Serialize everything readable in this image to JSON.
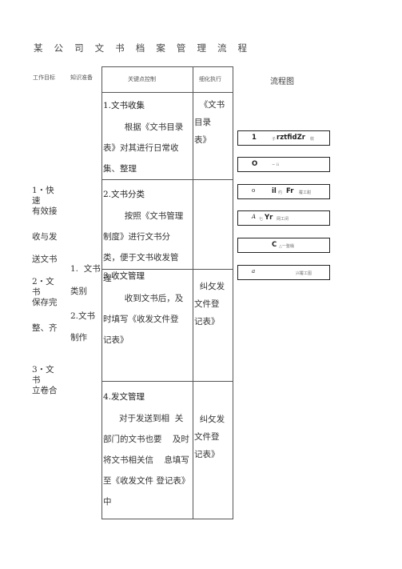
{
  "title": "某 公 司 文 书 档 案 管 理 流 程",
  "headers": {
    "goal": "工作目标",
    "knowledge": "知识准备",
    "control": "关键点控制",
    "exec": "细化执行",
    "flow": "流程图"
  },
  "goals": [
    "1・快\n速\n有效接",
    "收与发",
    "送文书",
    "2・文\n书\n保存完",
    "整、齐",
    "3・文\n书\n立卷合"
  ],
  "knowledge": [
    "1.  文书",
    "类别",
    "2.文书",
    "制作"
  ],
  "rows": [
    {
      "title": "1.文书收集",
      "body": "        根据《文书目录\n表》对其进行日常收\n集、整理",
      "exec": "  《文书\n目录\n表》"
    },
    {
      "title": "2.文书分类",
      "body": "        按照《文书管理\n制度》进行文书分\n类，便于文书收发管\n理",
      "exec": ""
    },
    {
      "title": "3.收文管理",
      "body": "        收到文书后，及\n时填写《收发文件登\n记表》",
      "exec": "  纠攵发\n文件登\n记表》"
    },
    {
      "title": "4.发文管理",
      "body": "      对于发送到相  关\n部门的文书也要    及时\n将文书相关信    息填写\n至《收发文件 登记表》\n中",
      "exec": "  纠攵发\n文件登\n记表》"
    }
  ],
  "flow": [
    {
      "lead": "1",
      "small": "子",
      "main": "rztfidZr",
      "tail": "收"
    },
    {
      "lead": "O",
      "small": "~ ii",
      "main": "",
      "tail": ""
    },
    {
      "lead": "o",
      "small": "",
      "main": "il",
      "mid": "约",
      "main2": "Fr",
      "tail": "覆工甜"
    },
    {
      "lead": "A",
      "small": "七",
      "main": "Yr",
      "tail": "网工闭"
    },
    {
      "lead": "C",
      "small": "△一整桶",
      "main": "",
      "tail": ""
    },
    {
      "lead": "a",
      "small": "",
      "main": "",
      "tail": "兴覆工图"
    }
  ]
}
